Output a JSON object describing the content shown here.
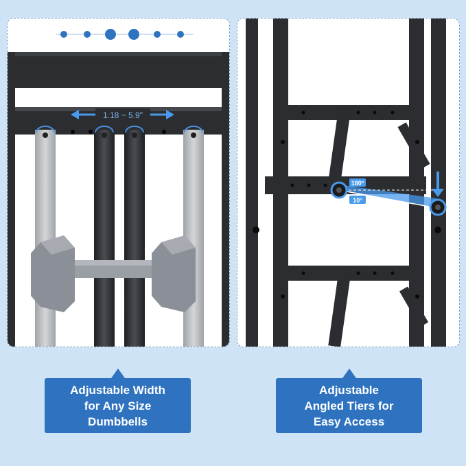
{
  "colors": {
    "background": "#cfe3f6",
    "accent": "#2f73c0",
    "rack": "#2b2d30",
    "dumbbell": "#8b8f97"
  },
  "left_panel": {
    "measure_label": "1.18 ~ 5.9\""
  },
  "right_panel": {
    "angle_top": "180°",
    "angle_bottom": "10°"
  },
  "captions": {
    "left": [
      "Adjustable Width",
      "for Any Size",
      "Dumbbells"
    ],
    "right": [
      "Adjustable",
      "Angled Tiers for",
      "Easy Access"
    ]
  }
}
